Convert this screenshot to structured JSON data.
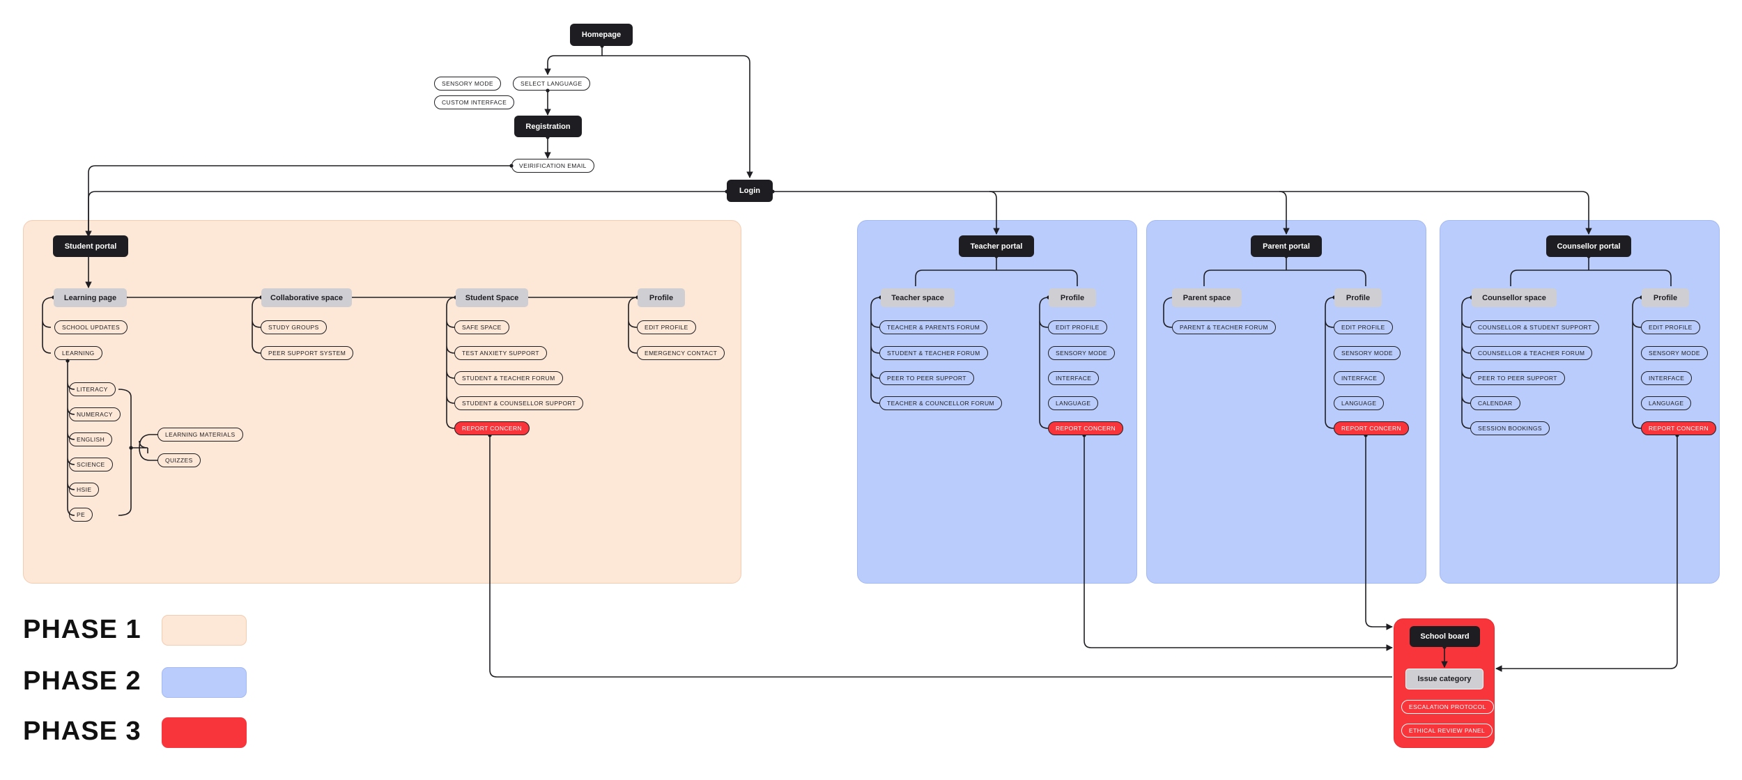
{
  "colors": {
    "phase1": "#fde7d6",
    "phase2": "#b9ccfb",
    "phase3": "#f8353b",
    "node_dark": "#1e1e22",
    "node_grey": "#cfcfd3"
  },
  "homepage": {
    "title": "Homepage",
    "select_language": "SELECT LANGUAGE",
    "sensory_mode": "SENSORY MODE",
    "custom_interface": "CUSTOM INTERFACE",
    "registration": "Registration",
    "verification_email": "VEIRIFICATION EMAIL",
    "login": "Login"
  },
  "student": {
    "portal": "Student portal",
    "learning_page": "Learning page",
    "school_updates": "SCHOOL UPDATES",
    "learning": "LEARNING",
    "subjects": [
      "LITERACY",
      "NUMERACY",
      "ENGLISH",
      "SCIENCE",
      "HSIE",
      "PE"
    ],
    "learning_materials": "LEARNING MATERIALS",
    "quizzes": "QUIZZES",
    "collaborative_space": "Collaborative space",
    "study_groups": "STUDY GROUPS",
    "peer_support": "PEER SUPPORT SYSTEM",
    "student_space": "Student Space",
    "student_space_items": [
      "SAFE SPACE",
      "TEST ANXIETY SUPPORT",
      "STUDENT & TEACHER FORUM",
      "STUDENT & COUNSELLOR SUPPORT"
    ],
    "report_concern": "REPORT CONCERN",
    "profile": "Profile",
    "edit_profile": "EDIT PROFILE",
    "emergency_contact": "EMERGENCY CONTACT"
  },
  "teacher": {
    "portal": "Teacher portal",
    "space": "Teacher space",
    "space_items": [
      "TEACHER & PARENTS FORUM",
      "STUDENT & TEACHER FORUM",
      "PEER TO PEER SUPPORT",
      "TEACHER & COUNCELLOR FORUM"
    ],
    "profile": "Profile",
    "profile_items": [
      "EDIT PROFILE",
      "SENSORY MODE",
      "INTERFACE",
      "LANGUAGE"
    ],
    "report_concern": "REPORT CONCERN"
  },
  "parent": {
    "portal": "Parent portal",
    "space": "Parent space",
    "space_items": [
      "PARENT & TEACHER FORUM"
    ],
    "profile": "Profile",
    "profile_items": [
      "EDIT PROFILE",
      "SENSORY MODE",
      "INTERFACE",
      "LANGUAGE"
    ],
    "report_concern": "REPORT CONCERN"
  },
  "counsellor": {
    "portal": "Counsellor portal",
    "space": "Counsellor space",
    "space_items": [
      "COUNSELLOR & STUDENT SUPPORT",
      "COUNSELLOR & TEACHER FORUM",
      "PEER TO PEER SUPPORT",
      "CALENDAR",
      "SESSION BOOKINGS"
    ],
    "profile": "Profile",
    "profile_items": [
      "EDIT PROFILE",
      "SENSORY MODE",
      "INTERFACE",
      "LANGUAGE"
    ],
    "report_concern": "REPORT CONCERN"
  },
  "school_board": {
    "title": "School board",
    "issue_category": "Issue category",
    "escalation_protocol": "ESCALATION PROTOCOL",
    "ethical_review_panel": "ETHICAL REVIEW PANEL"
  },
  "legend": {
    "phase1": "PHASE 1",
    "phase2": "PHASE 2",
    "phase3": "PHASE 3"
  }
}
